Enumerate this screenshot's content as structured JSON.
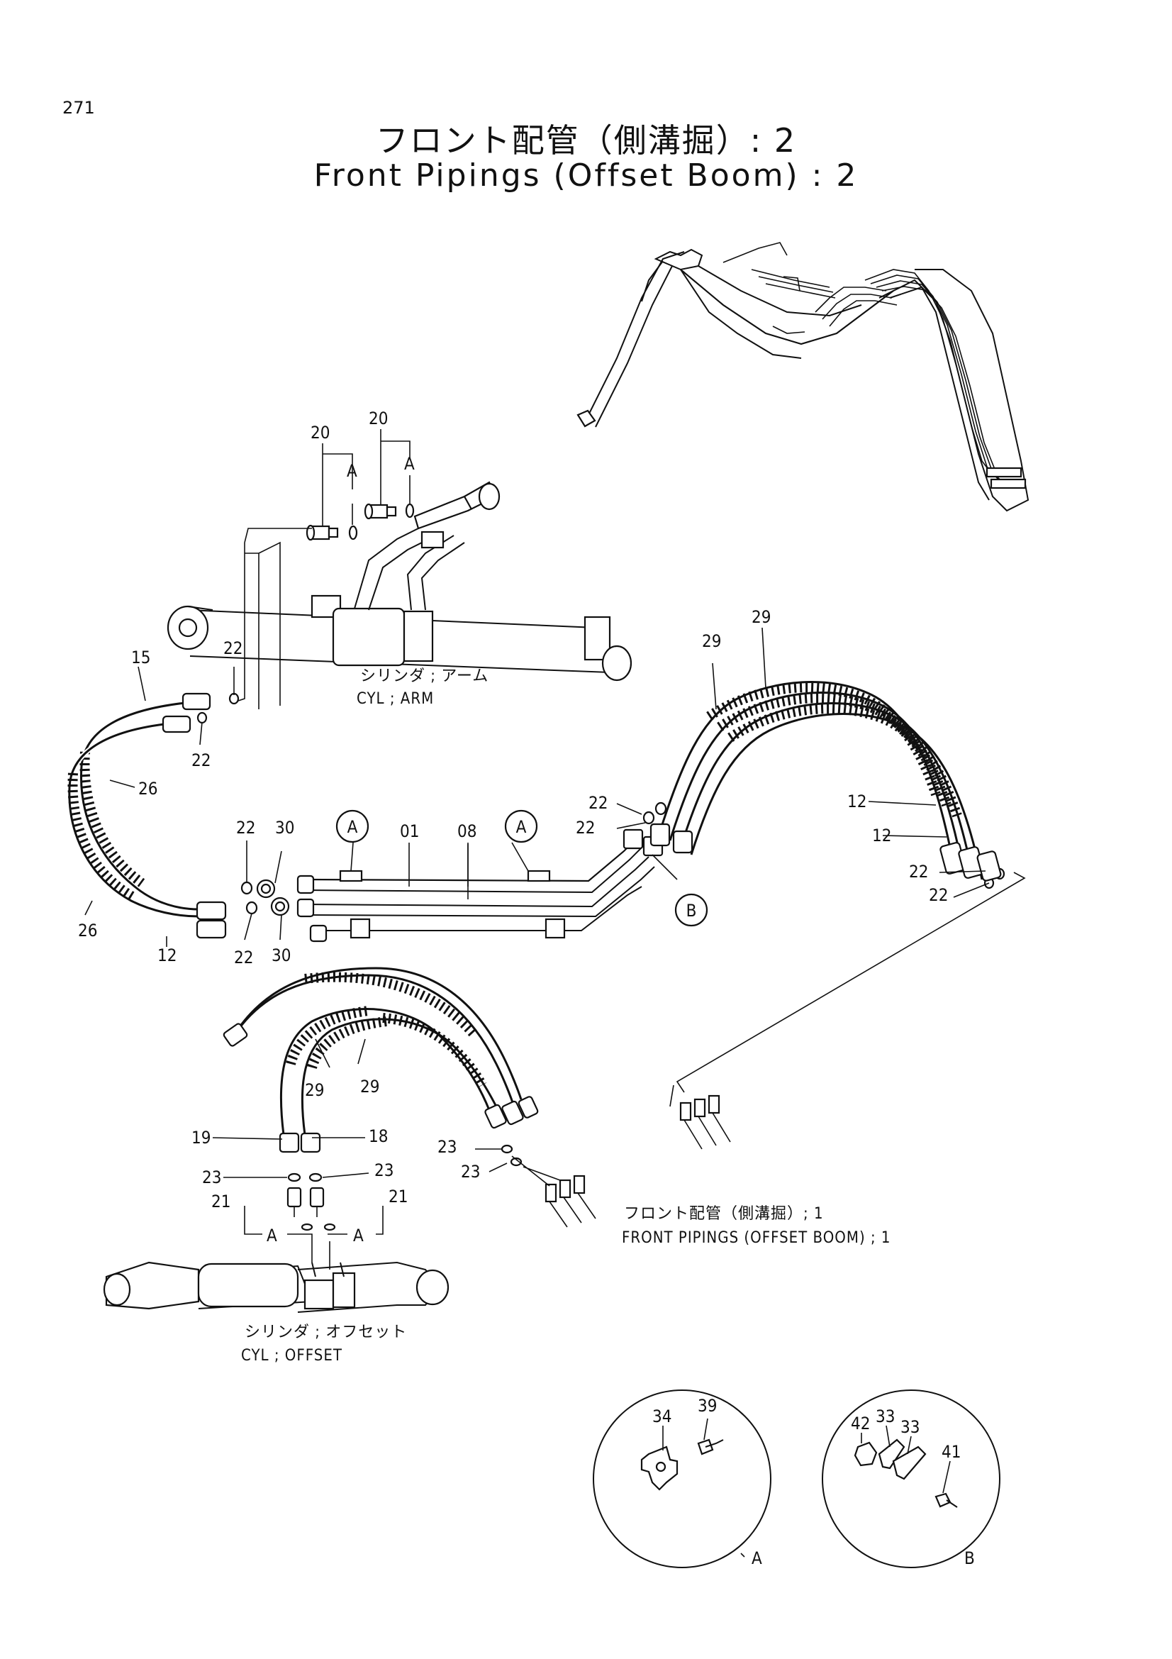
{
  "page_number": "271",
  "title_jp": "フロント配管（側溝掘）: 2",
  "title_en": "Front Pipings (Offset Boom) : 2",
  "captions": {
    "arm_cylinder_jp": "シリンダ ; アーム",
    "arm_cylinder_en": "CYL ; ARM",
    "offset_cylinder_jp": "シリンダ ; オフセット",
    "offset_cylinder_en": "CYL ; OFFSET",
    "ref_jp": "フロント配管（側溝掘）; 1",
    "ref_en": "FRONT PIPINGS (OFFSET BOOM) ; 1"
  },
  "callouts": {
    "detail_a": "A",
    "detail_b": "B"
  },
  "parts": {
    "p01": "01",
    "p08": "08",
    "p12": "12",
    "p15": "15",
    "p18": "18",
    "p19": "19",
    "p20": "20",
    "p21": "21",
    "p22": "22",
    "p23": "23",
    "p26": "26",
    "p29": "29",
    "p30": "30",
    "p33": "33",
    "p34": "34",
    "p39": "39",
    "p41": "41",
    "p42": "42"
  }
}
